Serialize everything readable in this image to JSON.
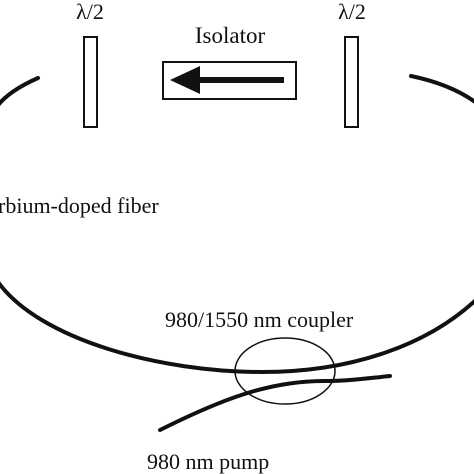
{
  "diagram": {
    "title": "",
    "labels": {
      "half_wave_plate_left": "λ/2",
      "half_wave_plate_right": "λ/2",
      "isolator": "Isolator",
      "fiber": "rbium-doped fiber",
      "coupler": "980/1550 nm coupler",
      "pump": "980 nm pump"
    },
    "colors": {
      "line": "#111111",
      "background": "#ffffff"
    },
    "icons": {
      "isolator_arrow": "left-arrow-icon"
    }
  }
}
